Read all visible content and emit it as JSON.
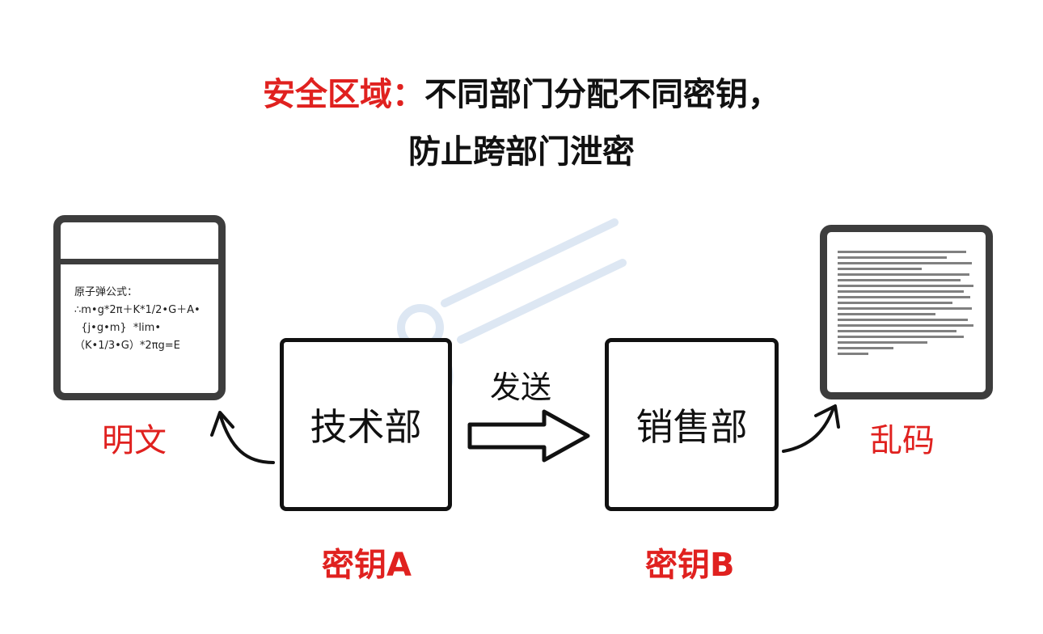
{
  "title": {
    "highlight": "安全区域：",
    "line1_rest": "不同部门分配不同密钥，",
    "line2": "防止跨部门泄密"
  },
  "plaintext": {
    "label": "明文",
    "content": "原子弹公式：\n∴m•g*2π＋K*1/2•G＋A•\n  {j•g•m}  *lim•\n（K•1/3•G）*2πg=E"
  },
  "ciphertext": {
    "label": "乱码"
  },
  "departments": {
    "tech": "技术部",
    "sales": "销售部"
  },
  "send_label": "发送",
  "keys": {
    "a": "密钥A",
    "b": "密钥B"
  },
  "colors": {
    "accent": "#e0211f",
    "outline": "#3d3d3d",
    "text": "#111111"
  }
}
